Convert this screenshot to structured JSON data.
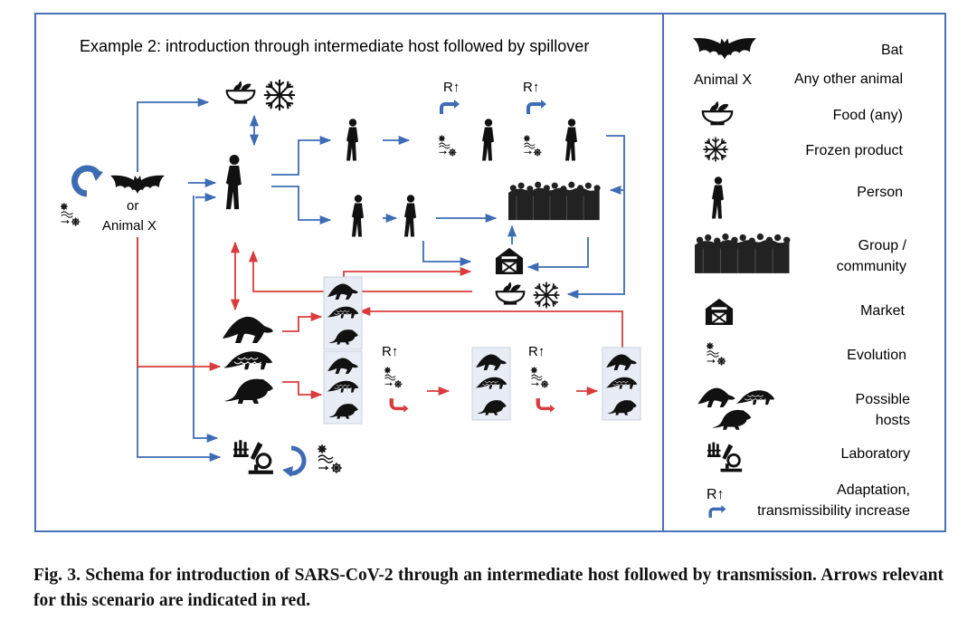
{
  "title": "Example 2: introduction through intermediate host followed by spillover",
  "source_labels": {
    "or": "or",
    "animal_x": "Animal X"
  },
  "r_up": "R↑",
  "legend": [
    {
      "icon": "bat-icon",
      "label": "Bat"
    },
    {
      "icon": "animal-x-text",
      "tag": "Animal X",
      "label": "Any other animal"
    },
    {
      "icon": "food-bowl-icon",
      "label": "Food (any)"
    },
    {
      "icon": "snowflake-icon",
      "label": "Frozen product"
    },
    {
      "icon": "person-icon",
      "label": "Person"
    },
    {
      "icon": "crowd-icon",
      "label_line1": "Group /",
      "label_line2": "community"
    },
    {
      "icon": "market-icon",
      "label": "Market"
    },
    {
      "icon": "evolution-icon",
      "label": "Evolution"
    },
    {
      "icon": "possible-hosts-icon",
      "label_line1": "Possible",
      "label_line2": "hosts"
    },
    {
      "icon": "laboratory-icon",
      "label": "Laboratory"
    },
    {
      "icon": "adaptation-icon",
      "label_line1": "Adaptation,",
      "label_line2": "transmissibility increase"
    }
  ],
  "caption": "Fig. 3. Schema for introduction of SARS-CoV-2 through an intermediate host followed by transmission. Arrows relevant for this scenario are indicated in red.",
  "colors": {
    "blue": "#3d6cb4",
    "red": "#d93c3c",
    "border": "#4a72b8",
    "icon": "#111111",
    "panel": "#e8edf5"
  }
}
